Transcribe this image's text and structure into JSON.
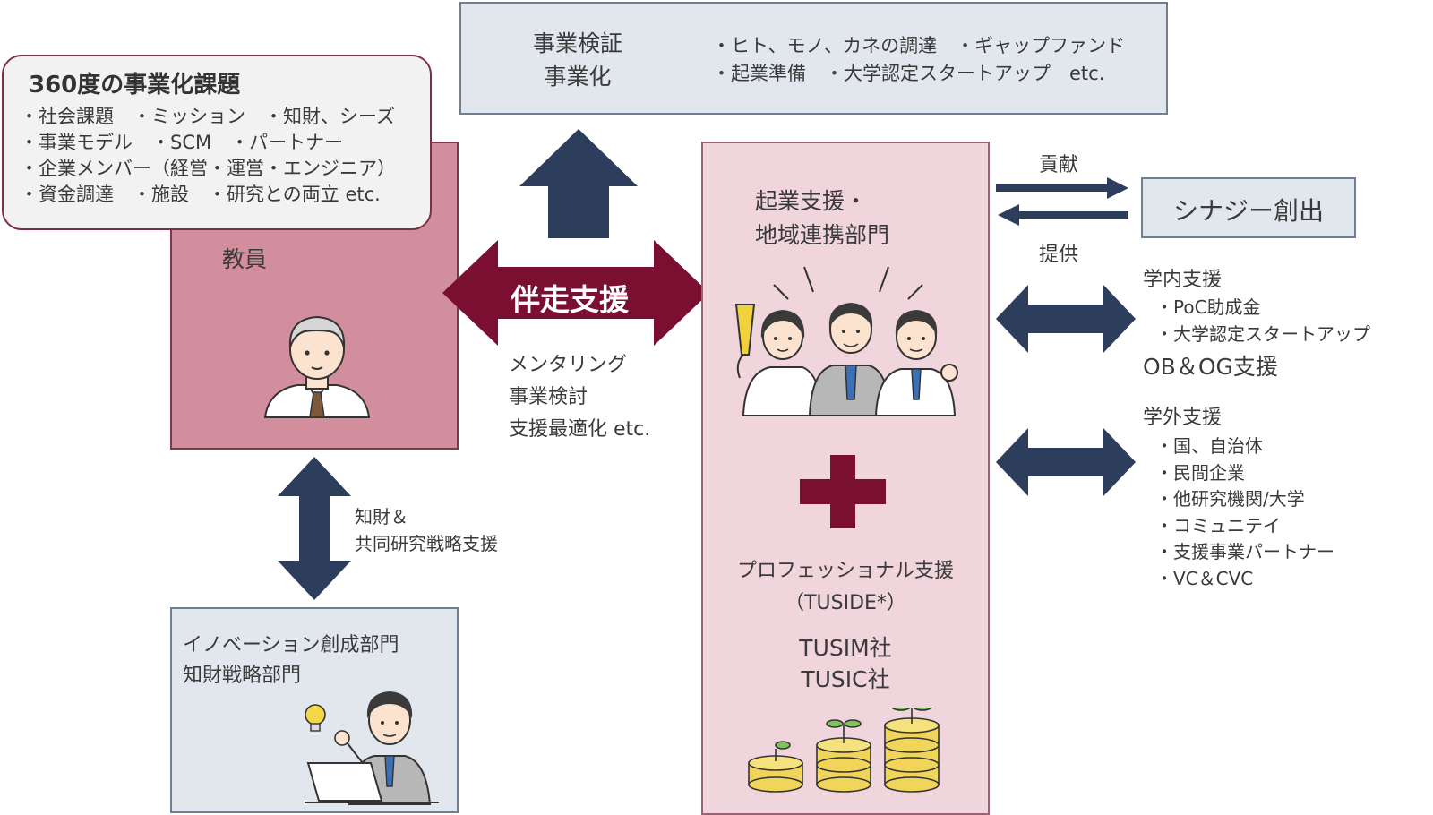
{
  "verify": {
    "title_lines": [
      "事業検証",
      "事業化"
    ],
    "items_lines": [
      "・ヒト、モノ、カネの調達　・ギャップファンド",
      "・起業準備　・大学認定スタートアップ　etc."
    ]
  },
  "issues": {
    "title": "360度の事業化課題",
    "lines": [
      "・社会課題　・ミッション　・知財、シーズ",
      "・事業モデル　・SCM　・パートナー",
      "・企業メンバー（経営・運営・エンジニア）",
      "・資金調達　・施設　・研究との両立 etc."
    ]
  },
  "faculty": {
    "label": "教員"
  },
  "support_arrow": {
    "label": "伴走支援",
    "sub_lines": [
      "メンタリング",
      "事業検討",
      "支援最適化 etc."
    ]
  },
  "center": {
    "title_lines": [
      "起業支援・",
      "地域連携部門"
    ],
    "pro_lines": [
      "プロフェッショナル支援",
      "（TUSIDE*）"
    ],
    "company_lines": [
      "TUSIM社",
      "TUSIC社"
    ]
  },
  "ip_link": {
    "lines": [
      "知財＆",
      "共同研究戦略支援"
    ]
  },
  "innovation": {
    "lines": [
      "イノベーション創成部門",
      "知財戦略部門"
    ]
  },
  "synergy": {
    "label": "シナジー創出",
    "contribute": "貢献",
    "provide": "提供"
  },
  "internal": {
    "title": "学内支援",
    "items": [
      "・PoC助成金",
      "・大学認定スタートアップ"
    ],
    "extra": "OB＆OG支援"
  },
  "external": {
    "title": "学外支援",
    "items": [
      "・国、自治体",
      "・民間企業",
      "・他研究機関/大学",
      "・コミュニテイ",
      "・支援事業パートナー",
      "・VC＆CVC"
    ]
  },
  "colors": {
    "navy_arrow": "#2d3e5c",
    "maroon": "#7b0f32",
    "faculty_fill": "#d28e9d",
    "center_fill": "#f0d5dc",
    "blue_gray_fill": "#e1e7ed"
  }
}
